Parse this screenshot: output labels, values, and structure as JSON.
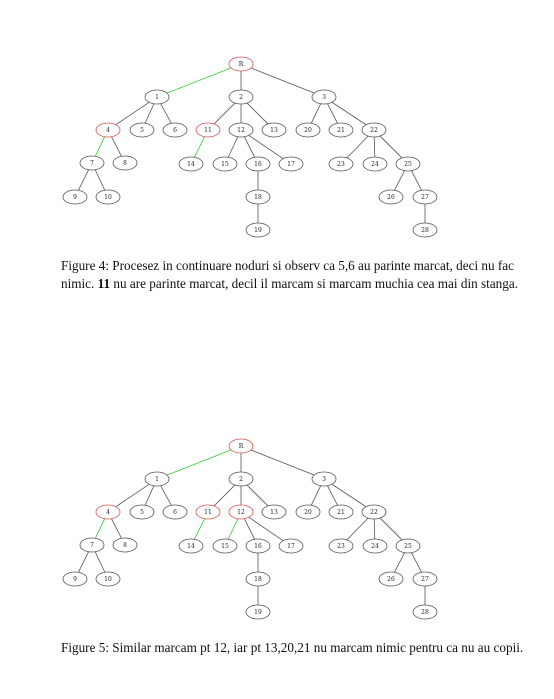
{
  "figures": [
    {
      "id": "fig4",
      "nodes": [
        "R",
        "1",
        "2",
        "3",
        "4",
        "5",
        "6",
        "11",
        "12",
        "13",
        "20",
        "21",
        "22",
        "7",
        "8",
        "14",
        "15",
        "16",
        "17",
        "23",
        "24",
        "25",
        "9",
        "10",
        "18",
        "26",
        "27",
        "19",
        "28"
      ],
      "edges": [
        [
          "R",
          "1"
        ],
        [
          "R",
          "2"
        ],
        [
          "R",
          "3"
        ],
        [
          "1",
          "4"
        ],
        [
          "1",
          "5"
        ],
        [
          "1",
          "6"
        ],
        [
          "2",
          "11"
        ],
        [
          "2",
          "12"
        ],
        [
          "2",
          "13"
        ],
        [
          "3",
          "20"
        ],
        [
          "3",
          "21"
        ],
        [
          "3",
          "22"
        ],
        [
          "4",
          "7"
        ],
        [
          "4",
          "8"
        ],
        [
          "7",
          "9"
        ],
        [
          "7",
          "10"
        ],
        [
          "11",
          "14"
        ],
        [
          "12",
          "15"
        ],
        [
          "12",
          "16"
        ],
        [
          "12",
          "17"
        ],
        [
          "16",
          "18"
        ],
        [
          "18",
          "19"
        ],
        [
          "22",
          "23"
        ],
        [
          "22",
          "24"
        ],
        [
          "22",
          "25"
        ],
        [
          "25",
          "26"
        ],
        [
          "25",
          "27"
        ],
        [
          "27",
          "28"
        ]
      ],
      "marked_nodes": [
        "R",
        "4",
        "11"
      ],
      "marked_edges": [
        [
          "R",
          "1"
        ],
        [
          "4",
          "7"
        ],
        [
          "11",
          "14"
        ]
      ],
      "caption": {
        "label": "Figure 4:",
        "text_before": "Procesez in continuare noduri si observ ca 5,6 au parinte marcat, deci nu fac nimic.",
        "bold": "11",
        "text_after": "nu are parinte marcat, decil il marcam si marcam muchia cea mai din stanga."
      }
    },
    {
      "id": "fig5",
      "nodes": [
        "R",
        "1",
        "2",
        "3",
        "4",
        "5",
        "6",
        "11",
        "12",
        "13",
        "20",
        "21",
        "22",
        "7",
        "8",
        "14",
        "15",
        "16",
        "17",
        "23",
        "24",
        "25",
        "9",
        "10",
        "18",
        "26",
        "27",
        "19",
        "28"
      ],
      "edges": [
        [
          "R",
          "1"
        ],
        [
          "R",
          "2"
        ],
        [
          "R",
          "3"
        ],
        [
          "1",
          "4"
        ],
        [
          "1",
          "5"
        ],
        [
          "1",
          "6"
        ],
        [
          "2",
          "11"
        ],
        [
          "2",
          "12"
        ],
        [
          "2",
          "13"
        ],
        [
          "3",
          "20"
        ],
        [
          "3",
          "21"
        ],
        [
          "3",
          "22"
        ],
        [
          "4",
          "7"
        ],
        [
          "4",
          "8"
        ],
        [
          "7",
          "9"
        ],
        [
          "7",
          "10"
        ],
        [
          "11",
          "14"
        ],
        [
          "12",
          "15"
        ],
        [
          "12",
          "16"
        ],
        [
          "12",
          "17"
        ],
        [
          "16",
          "18"
        ],
        [
          "18",
          "19"
        ],
        [
          "22",
          "23"
        ],
        [
          "22",
          "24"
        ],
        [
          "22",
          "25"
        ],
        [
          "25",
          "26"
        ],
        [
          "25",
          "27"
        ],
        [
          "27",
          "28"
        ]
      ],
      "marked_nodes": [
        "R",
        "4",
        "11",
        "12"
      ],
      "marked_edges": [
        [
          "R",
          "1"
        ],
        [
          "4",
          "7"
        ],
        [
          "11",
          "14"
        ],
        [
          "12",
          "15"
        ]
      ],
      "caption": {
        "label": "Figure 5:",
        "text": "Similar marcam pt 12, iar pt 13,20,21 nu marcam nimic pentru ca nu au copii."
      }
    }
  ],
  "colors": {
    "node_stroke": "#555555",
    "marked_node_stroke": "#e05050",
    "edge": "#555555",
    "marked_edge": "#33cc33"
  }
}
